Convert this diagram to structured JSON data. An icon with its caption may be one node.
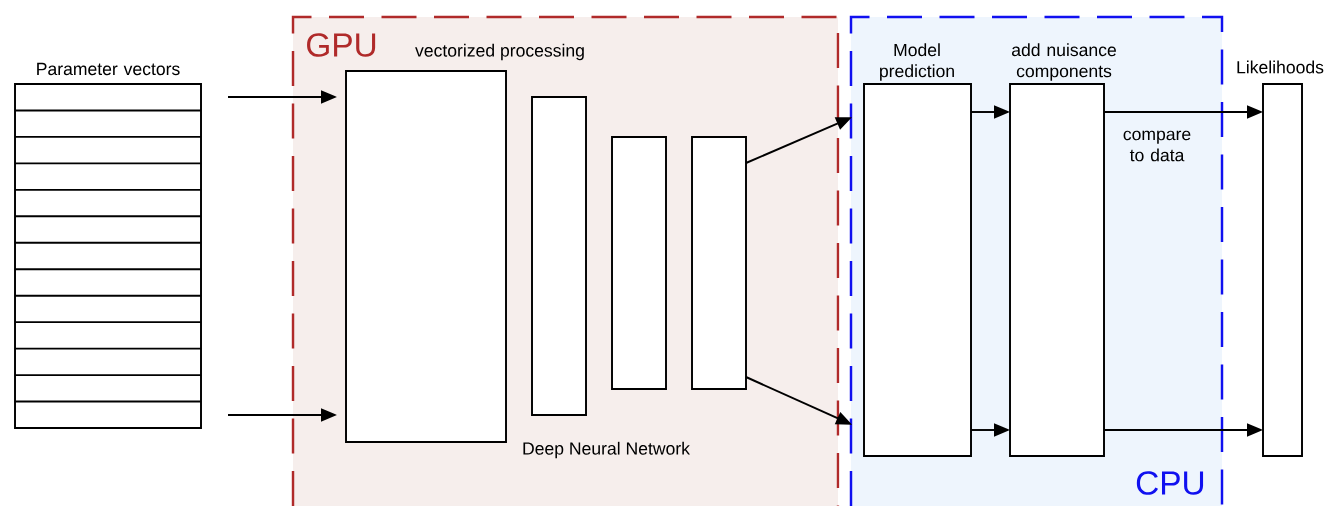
{
  "diagram": {
    "nodes": [
      {
        "text": [
          "GPU"
        ]
      },
      {
        "text": [
          "CPU"
        ]
      },
      {
        "text": [
          "Parameter vectors"
        ]
      },
      {
        "text": [],
        "shape": "box",
        "in": 0
      },
      {
        "text": [],
        "shape": "box",
        "in": 0
      },
      {
        "text": [],
        "shape": "box",
        "in": 0
      },
      {
        "text": [],
        "shape": "box",
        "in": 0
      },
      {
        "text": [
          "Model prediction"
        ],
        "in": 1
      },
      {
        "text": [
          "add nuisance components"
        ],
        "in": 1
      },
      {
        "text": [
          "Likelihoods"
        ]
      }
    ],
    "edges": [
      {
        "from": 2,
        "to": 3,
        "arrow": "to"
      },
      {
        "from": 2,
        "to": 3,
        "arrow": "to"
      },
      {
        "from": 6,
        "to": 7,
        "arrow": "to"
      },
      {
        "from": 6,
        "to": 7,
        "arrow": "to"
      },
      {
        "from": 7,
        "to": 8,
        "arrow": "to"
      },
      {
        "from": 7,
        "to": 8,
        "arrow": "to"
      },
      {
        "from": 8,
        "to": 9,
        "label": "compare to data",
        "arrow": "to"
      },
      {
        "from": 8,
        "to": 9,
        "arrow": "to"
      }
    ],
    "labels": [
      "vectorized processing",
      "Deep Neural Network"
    ]
  }
}
